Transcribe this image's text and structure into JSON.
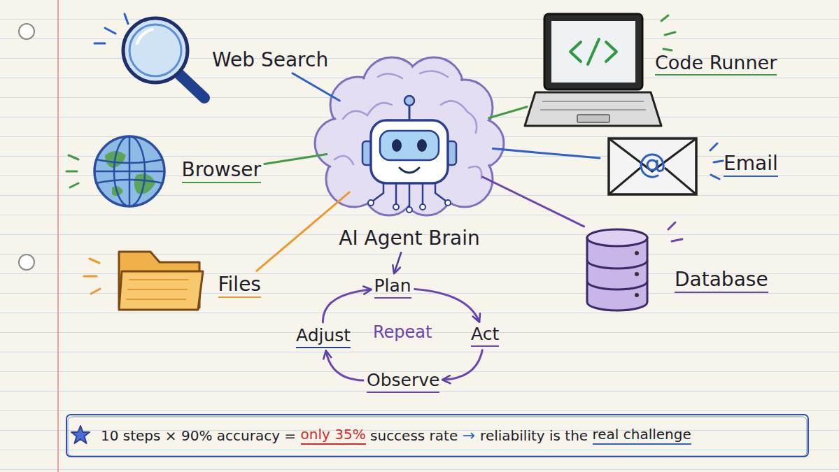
{
  "diagram": {
    "nodes": [
      {
        "text": [
          "Web Search"
        ]
      },
      {
        "text": [
          "Code Runner"
        ]
      },
      {
        "text": [
          "Browser"
        ]
      },
      {
        "text": [
          "AI Agent Brain"
        ]
      },
      {
        "text": [
          "Email"
        ]
      },
      {
        "text": [
          "Files"
        ]
      },
      {
        "text": [
          "Database"
        ]
      },
      {
        "text": [
          "Plan"
        ]
      },
      {
        "text": [
          "Adjust"
        ]
      },
      {
        "text": [
          "Act"
        ]
      },
      {
        "text": [
          "Observe"
        ]
      },
      {
        "text": [
          "10 steps × 90% accuracy =",
          "only 35%",
          "success rate",
          "→",
          "reliability is the",
          "real challenge"
        ]
      }
    ],
    "edges": [
      {
        "from": 3,
        "to": 0,
        "arrow": "none"
      },
      {
        "from": 3,
        "to": 1,
        "arrow": "none"
      },
      {
        "from": 3,
        "to": 2,
        "arrow": "none"
      },
      {
        "from": 3,
        "to": 4,
        "arrow": "none"
      },
      {
        "from": 3,
        "to": 5,
        "arrow": "none"
      },
      {
        "from": 3,
        "to": 6,
        "arrow": "none"
      },
      {
        "from": 3,
        "to": 7,
        "arrow": "to"
      },
      {
        "from": 7,
        "to": 9,
        "arrow": "to"
      },
      {
        "from": 9,
        "to": 10,
        "arrow": "to"
      },
      {
        "from": 10,
        "to": 8,
        "arrow": "to"
      },
      {
        "from": 8,
        "to": 7,
        "arrow": "to"
      }
    ],
    "labels": [
      "Repeat"
    ]
  }
}
